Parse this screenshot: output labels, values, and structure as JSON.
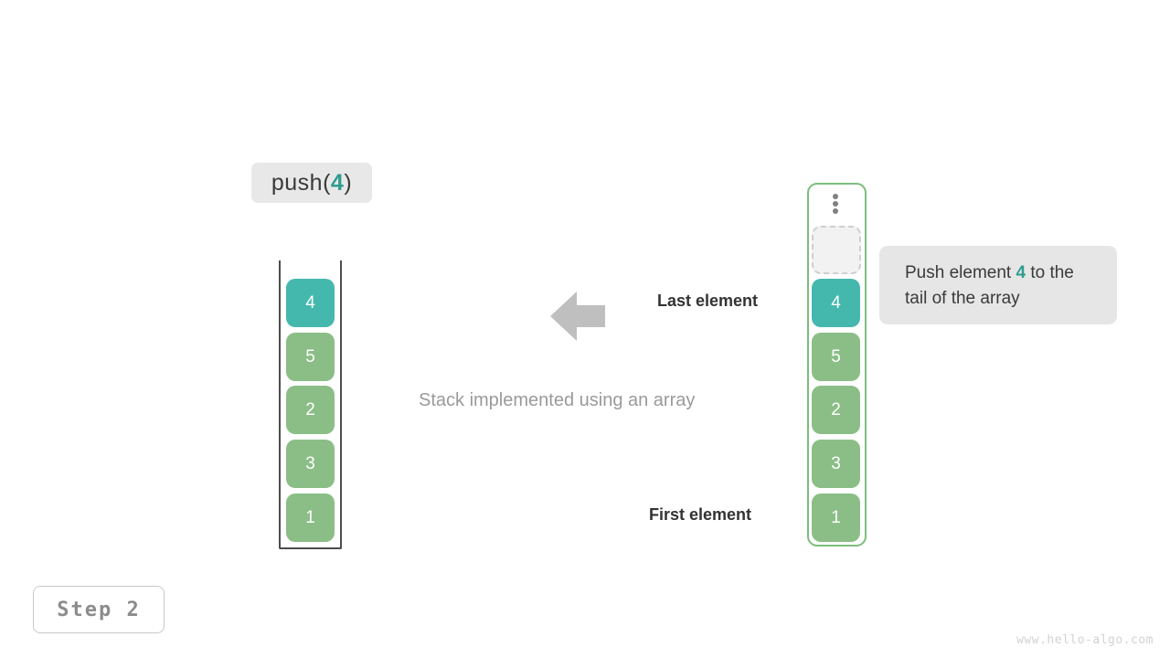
{
  "operation": {
    "prefix": "push(",
    "arg": "4",
    "suffix": ")"
  },
  "stack": {
    "title": "Stack implemented using an array",
    "cells": [
      {
        "value": "4",
        "color": "teal"
      },
      {
        "value": "5",
        "color": "green"
      },
      {
        "value": "2",
        "color": "green"
      },
      {
        "value": "3",
        "color": "green"
      },
      {
        "value": "1",
        "color": "green"
      }
    ]
  },
  "labels": {
    "last_element": "Last element",
    "first_element": "First element"
  },
  "array": {
    "ellipsis": "vertical-ellipsis",
    "empty_slot": "",
    "cells": [
      {
        "value": "4",
        "color": "teal"
      },
      {
        "value": "5",
        "color": "green"
      },
      {
        "value": "2",
        "color": "green"
      },
      {
        "value": "3",
        "color": "green"
      },
      {
        "value": "1",
        "color": "green"
      }
    ]
  },
  "tooltip": {
    "line1_prefix": "Push element ",
    "arg": "4",
    "line1_suffix": " to",
    "line2": "the tail of the array"
  },
  "step": {
    "label": "Step 2"
  },
  "watermark": "www.hello-algo.com",
  "colors": {
    "teal": "#45b8ae",
    "green": "#8bbe86",
    "accent_text": "#2e9d8f",
    "chip_bg": "#e8e8e8",
    "tooltip_bg": "#e6e6e6",
    "array_border": "#7dbd7d",
    "stack_border": "#4d4d4d",
    "arrow": "#bfbfbf",
    "caption": "#9a9a9a"
  }
}
